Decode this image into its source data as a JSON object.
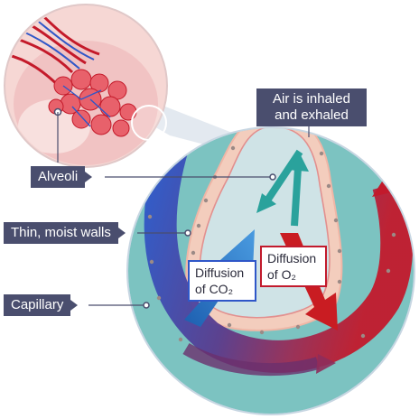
{
  "labels": {
    "air": [
      "Air is inhaled",
      "and exhaled"
    ],
    "alveoli": "Alveoli",
    "walls": "Thin, moist walls",
    "capillary": "Capillary"
  },
  "diffusion": {
    "co2": [
      "Diffusion",
      "of CO₂"
    ],
    "o2": [
      "Diffusion",
      "of O₂"
    ]
  },
  "colors": {
    "label_bg": "#4a4e6e",
    "circle_teal": "#7cc3c1",
    "circle_border": "#c7d6e2",
    "alveolus_inner": "#cfe3e6",
    "alveolus_wall": "#f3cdbd",
    "deoxygenated": "#2f57c8",
    "oxygenated": "#c21a2c",
    "co2_arrow": "#3d84cc",
    "o2_arrow": "#c91c22",
    "air_arrow": "#2aa29c",
    "lung_pink": "#f1c3c3"
  }
}
